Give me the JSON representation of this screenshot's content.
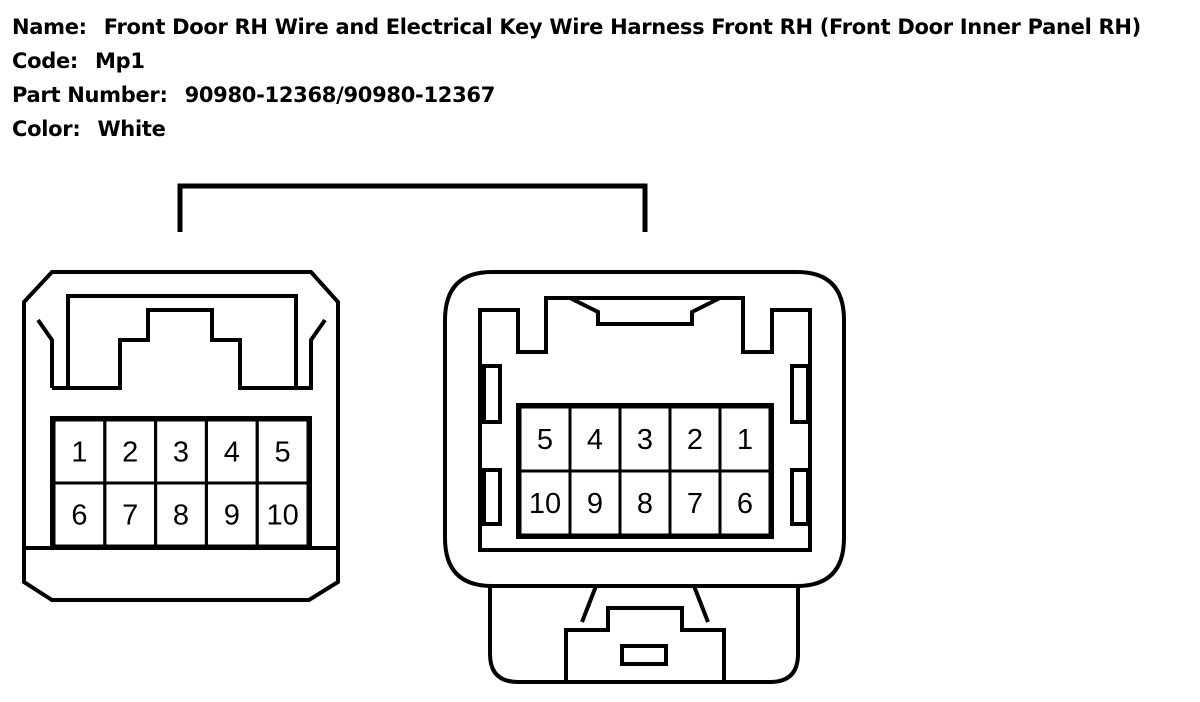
{
  "info": {
    "name_label": "Name:",
    "name_value": "Front Door RH Wire and Electrical Key Wire Harness Front RH (Front Door Inner Panel RH)",
    "code_label": "Code:",
    "code_value": "Mp1",
    "part_label": "Part Number:",
    "part_value": "90980-12368/90980-12367",
    "color_label": "Color:",
    "color_value": "White"
  },
  "left_connector": {
    "top_row": [
      "1",
      "2",
      "3",
      "4",
      "5"
    ],
    "bottom_row": [
      "6",
      "7",
      "8",
      "9",
      "10"
    ]
  },
  "right_connector": {
    "top_row": [
      "5",
      "4",
      "3",
      "2",
      "1"
    ],
    "bottom_row": [
      "10",
      "9",
      "8",
      "7",
      "6"
    ]
  },
  "colors": {
    "line": "#000000",
    "background": "#ffffff"
  }
}
